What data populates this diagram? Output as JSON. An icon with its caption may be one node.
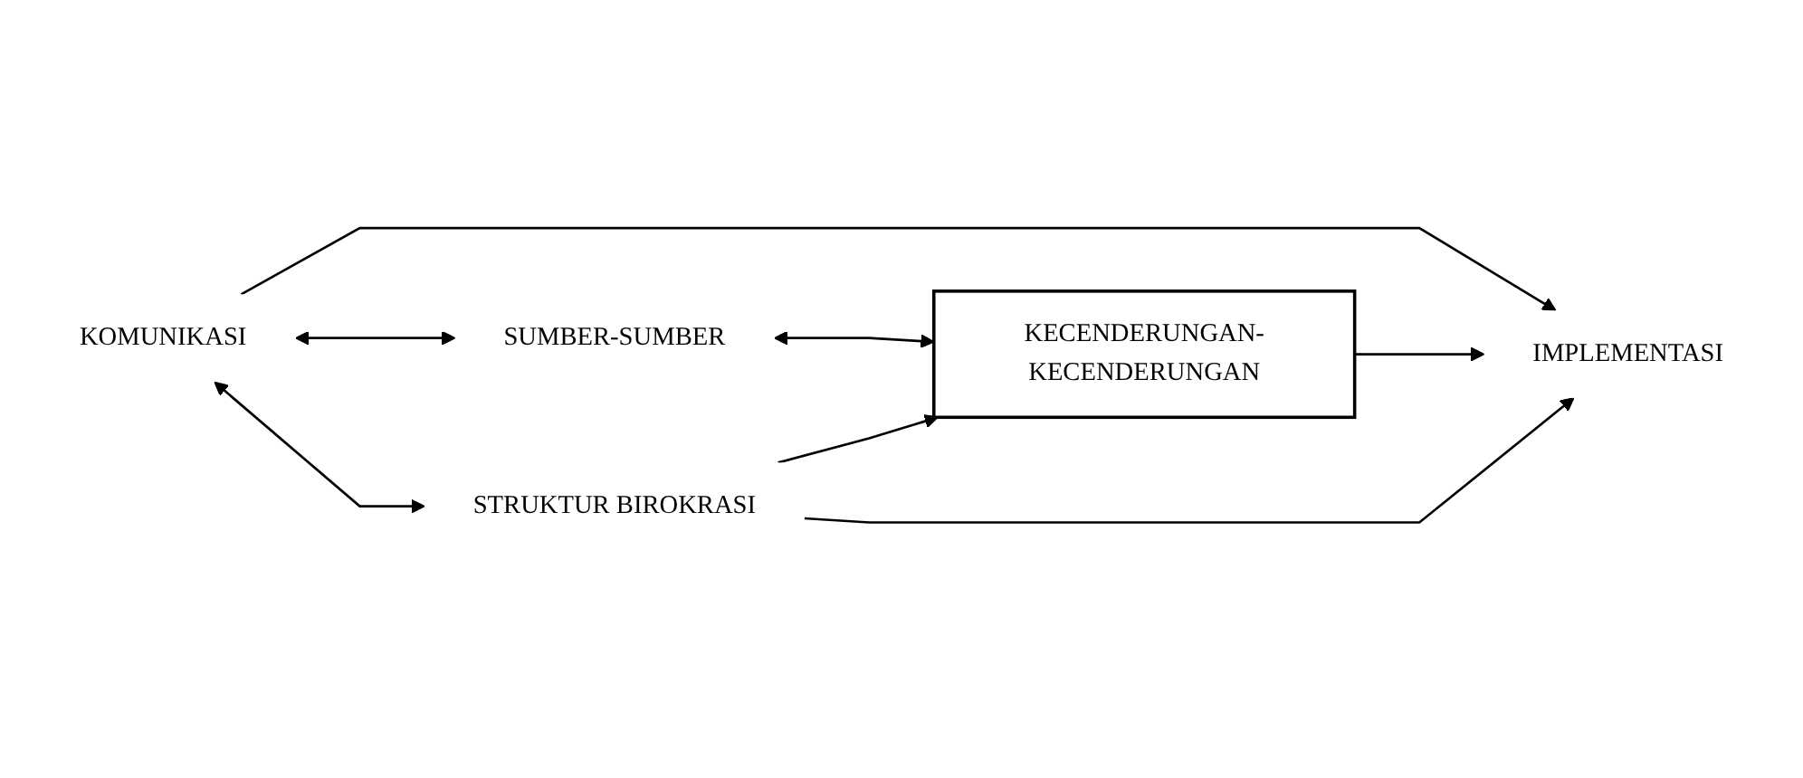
{
  "diagram": {
    "nodes": [
      {
        "text": [
          "KOMUNIKASI"
        ]
      },
      {
        "text": [
          "SUMBER-SUMBER"
        ]
      },
      {
        "text": [
          "IMPLEMENTASI"
        ]
      },
      {
        "text": [
          "KECENDERUNGAN-KECENDERUNGAN"
        ]
      },
      {
        "text": [
          "STRUKTUR BIROKRASI"
        ]
      }
    ],
    "edges": [
      {
        "from": 0,
        "to": 2,
        "arrow": "to"
      },
      {
        "from": 0,
        "to": 1,
        "arrow": "both"
      },
      {
        "from": 0,
        "to": 4,
        "arrow": "both"
      },
      {
        "from": 1,
        "to": 3,
        "arrow": "both"
      },
      {
        "from": 3,
        "to": 2,
        "arrow": "to"
      },
      {
        "from": 4,
        "to": 3,
        "arrow": "to"
      },
      {
        "from": 4,
        "to": 2,
        "arrow": "to"
      }
    ]
  }
}
